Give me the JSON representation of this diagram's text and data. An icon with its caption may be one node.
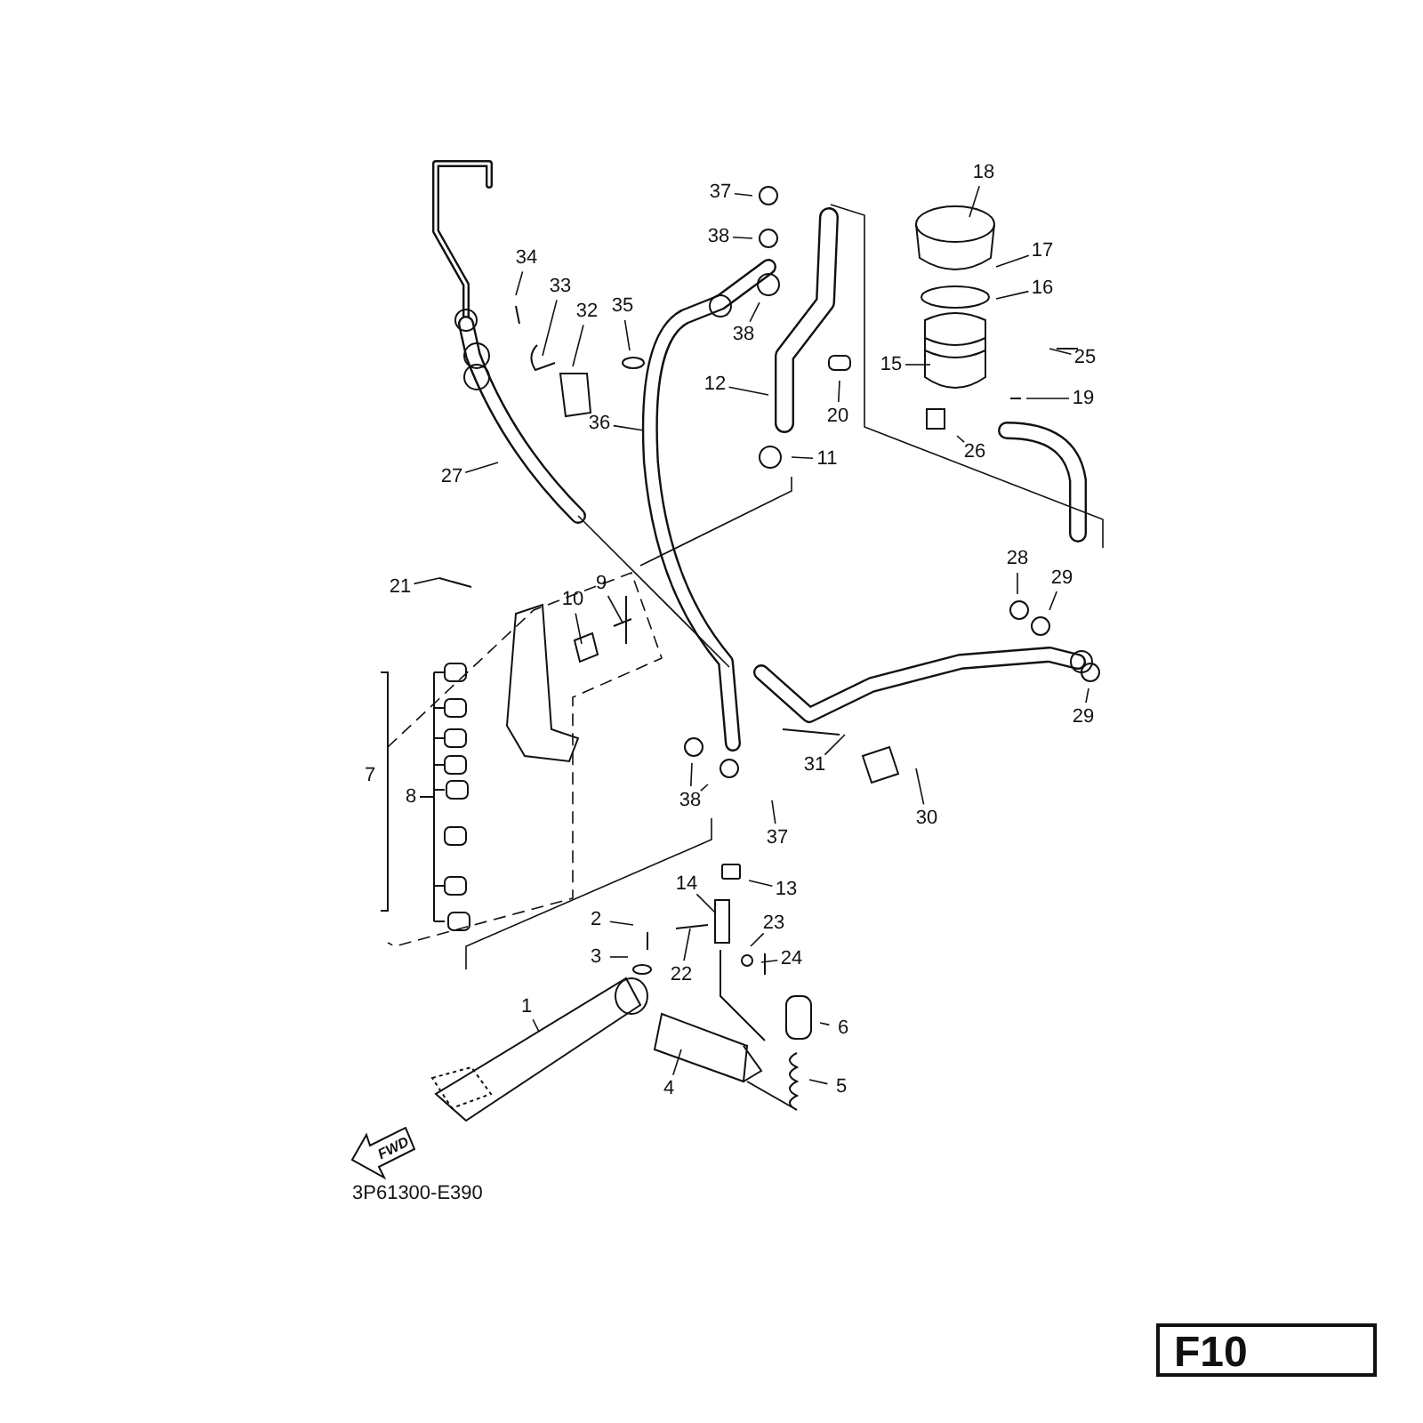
{
  "diagram": {
    "nodes": [
      {
        "text": [
          "18"
        ]
      },
      {
        "text": [
          "37"
        ]
      },
      {
        "text": [
          "38"
        ]
      },
      {
        "text": [
          "17"
        ]
      },
      {
        "text": [
          "34"
        ]
      },
      {
        "text": [
          "16"
        ]
      },
      {
        "text": [
          "33"
        ]
      },
      {
        "text": [
          "35"
        ]
      },
      {
        "text": [
          "32"
        ]
      },
      {
        "text": [
          "38"
        ]
      },
      {
        "text": [
          "25"
        ]
      },
      {
        "text": [
          "15"
        ]
      },
      {
        "text": [
          "12"
        ]
      },
      {
        "text": [
          "19"
        ]
      },
      {
        "text": [
          "20"
        ]
      },
      {
        "text": [
          "36"
        ]
      },
      {
        "text": [
          "26"
        ]
      },
      {
        "text": [
          "11"
        ]
      },
      {
        "text": [
          "27"
        ]
      },
      {
        "text": [
          "28"
        ]
      },
      {
        "text": [
          "29"
        ]
      },
      {
        "text": [
          "21"
        ]
      },
      {
        "text": [
          "9"
        ]
      },
      {
        "text": [
          "10"
        ]
      },
      {
        "text": [
          "29"
        ]
      },
      {
        "text": [
          "31"
        ]
      },
      {
        "text": [
          "7"
        ]
      },
      {
        "text": [
          "8"
        ]
      },
      {
        "text": [
          "38"
        ]
      },
      {
        "text": [
          "30"
        ]
      },
      {
        "text": [
          "37"
        ]
      },
      {
        "text": [
          "14"
        ]
      },
      {
        "text": [
          "13"
        ]
      },
      {
        "text": [
          "2"
        ]
      },
      {
        "text": [
          "23"
        ]
      },
      {
        "text": [
          "3"
        ]
      },
      {
        "text": [
          "24"
        ]
      },
      {
        "text": [
          "22"
        ]
      },
      {
        "text": [
          "1"
        ]
      },
      {
        "text": [
          "6"
        ]
      },
      {
        "text": [
          "5"
        ]
      },
      {
        "text": [
          "4"
        ]
      }
    ],
    "edges": [
      {
        "from": 0,
        "to": null,
        "arrow": "none"
      },
      {
        "from": 1,
        "to": null,
        "arrow": "none"
      },
      {
        "from": 2,
        "to": null,
        "arrow": "none"
      },
      {
        "from": 3,
        "to": null,
        "arrow": "none"
      },
      {
        "from": 4,
        "to": null,
        "arrow": "none"
      },
      {
        "from": 5,
        "to": null,
        "arrow": "none"
      },
      {
        "from": 6,
        "to": null,
        "arrow": "none"
      },
      {
        "from": 7,
        "to": null,
        "arrow": "none"
      },
      {
        "from": 8,
        "to": null,
        "arrow": "none"
      },
      {
        "from": 9,
        "to": null,
        "arrow": "none"
      },
      {
        "from": 10,
        "to": null,
        "arrow": "none"
      },
      {
        "from": 11,
        "to": null,
        "arrow": "none"
      },
      {
        "from": 12,
        "to": null,
        "arrow": "none"
      },
      {
        "from": 13,
        "to": null,
        "arrow": "none"
      },
      {
        "from": 14,
        "to": null,
        "arrow": "none"
      },
      {
        "from": 15,
        "to": null,
        "arrow": "none"
      },
      {
        "from": 16,
        "to": null,
        "arrow": "none"
      },
      {
        "from": 17,
        "to": null,
        "arrow": "none"
      },
      {
        "from": 18,
        "to": null,
        "arrow": "none"
      },
      {
        "from": 19,
        "to": null,
        "arrow": "none"
      },
      {
        "from": 20,
        "to": null,
        "arrow": "none"
      },
      {
        "from": 21,
        "to": null,
        "arrow": "none"
      },
      {
        "from": 22,
        "to": null,
        "arrow": "none"
      },
      {
        "from": 23,
        "to": null,
        "arrow": "none"
      },
      {
        "from": 24,
        "to": null,
        "arrow": "none"
      },
      {
        "from": 25,
        "to": null,
        "arrow": "none"
      },
      {
        "from": 28,
        "to": null,
        "arrow": "none"
      },
      {
        "from": 28,
        "to": null,
        "arrow": "none"
      },
      {
        "from": 29,
        "to": null,
        "arrow": "none"
      },
      {
        "from": 30,
        "to": null,
        "arrow": "none"
      },
      {
        "from": 31,
        "to": null,
        "arrow": "none"
      },
      {
        "from": 32,
        "to": null,
        "arrow": "none"
      },
      {
        "from": 33,
        "to": null,
        "arrow": "none"
      },
      {
        "from": 34,
        "to": null,
        "arrow": "none"
      },
      {
        "from": 35,
        "to": null,
        "arrow": "none"
      },
      {
        "from": 36,
        "to": null,
        "arrow": "none"
      },
      {
        "from": 37,
        "to": null,
        "arrow": "none"
      },
      {
        "from": 38,
        "to": null,
        "arrow": "none"
      },
      {
        "from": 39,
        "to": null,
        "arrow": "none"
      },
      {
        "from": 40,
        "to": null,
        "arrow": "none"
      },
      {
        "from": 41,
        "to": null,
        "arrow": "none"
      }
    ],
    "labels": [
      "FWD",
      "3P61300-E390",
      "F10"
    ]
  }
}
